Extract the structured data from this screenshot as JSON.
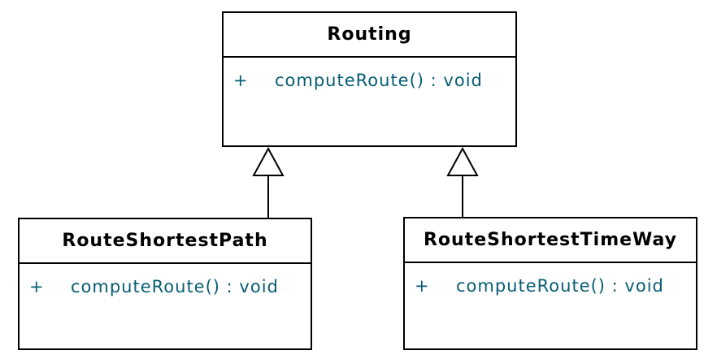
{
  "diagram": {
    "kind": "uml-class-diagram",
    "classes": [
      {
        "id": "routing",
        "name": "Routing",
        "methods": [
          {
            "visibility": "+",
            "signature": "computeRoute() : void"
          }
        ]
      },
      {
        "id": "route-shortest-path",
        "name": "RouteShortestPath",
        "methods": [
          {
            "visibility": "+",
            "signature": "computeRoute() : void"
          }
        ]
      },
      {
        "id": "route-shortest-time-way",
        "name": "RouteShortestTimeWay",
        "methods": [
          {
            "visibility": "+",
            "signature": "computeRoute() : void"
          }
        ]
      }
    ],
    "relationships": [
      {
        "type": "generalization",
        "from": "RouteShortestPath",
        "to": "Routing"
      },
      {
        "type": "generalization",
        "from": "RouteShortestTimeWay",
        "to": "Routing"
      }
    ],
    "colors": {
      "background": "#ffffff",
      "box_fill": "#ffffff",
      "border": "#000000",
      "title_text": "#000000",
      "method_text": "#065d73"
    }
  }
}
